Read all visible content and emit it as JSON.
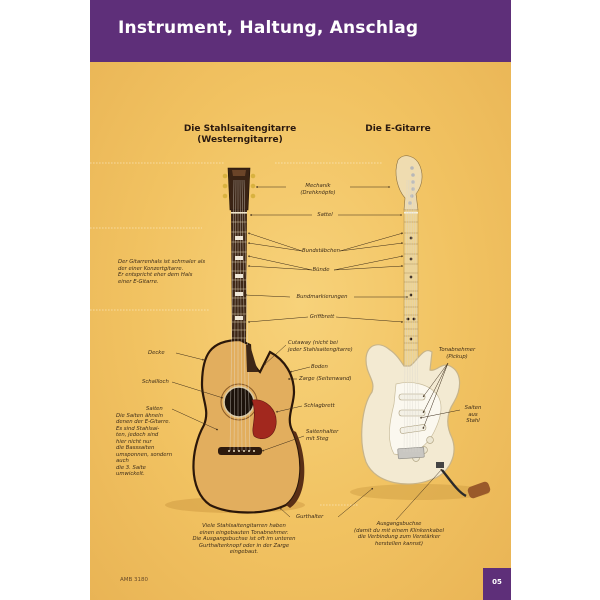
{
  "header": {
    "title": "Instrument, Haltung, Anschlag"
  },
  "columns": {
    "acoustic_title_line1": "Die Stahlsaitengitarre",
    "acoustic_title_line2": "(Westerngitarre)",
    "electric_title": "Die E-Gitarre"
  },
  "labels": {
    "mechanik1": "Mechanik",
    "mechanik2": "(Drehknöpfe)",
    "sattel": "Sattel",
    "bundstaebchen": "Bundstäbchen",
    "buende": "Bünde",
    "bundmarkierungen": "Bundmarkierungen",
    "griffbrett": "Griffbrett",
    "cutaway1": "Cutaway (nicht bei",
    "cutaway2": "jeder Stahlsaitengitarre)",
    "boden": "Boden",
    "zarge": "Zarge (Seitenwand)",
    "schlagbrett": "Schlagbrett",
    "saitenhalter1": "Saitenhalter",
    "saitenhalter2": "mit Steg",
    "gurthalter": "Gurthalter",
    "decke": "Decke",
    "schallloch": "Schallloch",
    "tonabnehmer1": "Tonabnehmer",
    "tonabnehmer2": "(Pickup)",
    "saiten_stahl1": "Saiten",
    "saiten_stahl2": "aus",
    "saiten_stahl3": "Stahl"
  },
  "notes": {
    "hals": [
      "Der Gitarrenhals ist schmaler als",
      "der einer Konzertgitarre.",
      "Er entspricht eher dem Hals",
      "einer E-Gitarre."
    ],
    "saiten": [
      "Saiten",
      "Die Saiten ähneln",
      "denen der E-Gitarre.",
      "Es sind Stahlsai-",
      "ten, jedoch sind",
      "hier nicht nur",
      "die Basssaiten",
      "umsponnen, sondern auch",
      "die 3. Saite",
      "umwickelt."
    ],
    "tonabnehmer_bottom": [
      "Viele Stahlsaitengitarren haben",
      "einen eingebauten Tonabnehmer.",
      "Die Ausgangsbuchse ist oft im unteren",
      "Gurthalterknopf oder in der Zarge",
      "eingebaut."
    ],
    "ausgangsbuchse": [
      "Ausgangsbuchse",
      "(damit du mit einem Klinkenkabel",
      "die Verbindung zum Verstärker",
      "herstellen kannst)"
    ]
  },
  "footer": {
    "code": "AMB 3180",
    "page": "05"
  },
  "colors": {
    "header": "#5e2f79",
    "background": "#f3c765",
    "acoustic_body": "#e3b060",
    "electric_body": "#f3ead2",
    "pickguard_red": "#a2281e"
  }
}
